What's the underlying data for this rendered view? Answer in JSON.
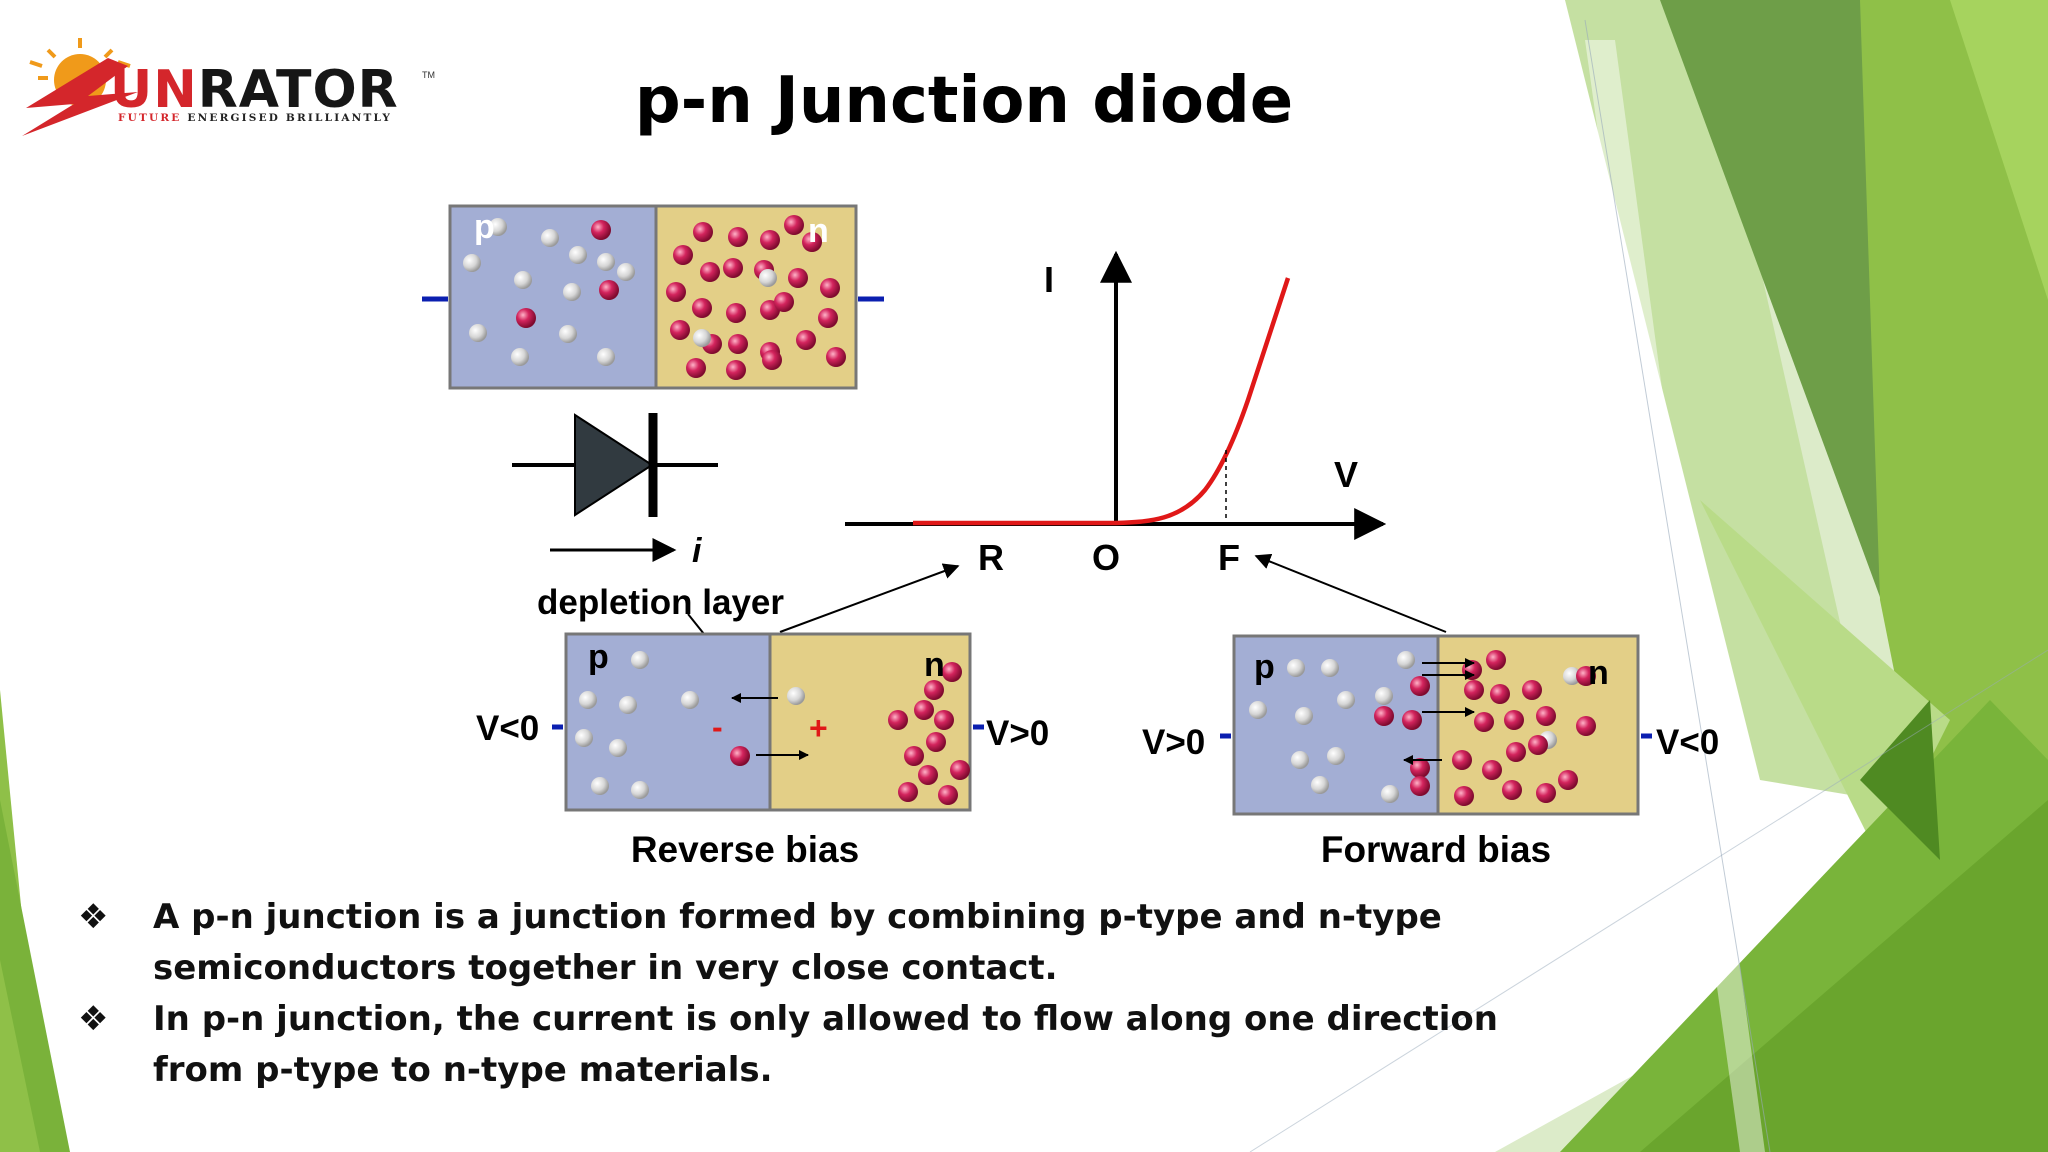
{
  "logo": {
    "word_s": "S",
    "word_un": "UN",
    "word_rest": "RATOR",
    "tm": "TM",
    "tagline_red": "FUTURE",
    "tagline": "ENERGISED BRILLIANTLY"
  },
  "title": "p-n Junction diode",
  "diagram": {
    "p_label": "p",
    "n_label": "n",
    "minus": "-",
    "plus": "+",
    "current_label": "i",
    "axis_i": "I",
    "axis_v": "V",
    "tick_r": "R",
    "tick_o": "O",
    "tick_f": "F",
    "depletion_label": "depletion layer",
    "reverse": {
      "left_voltage": "V<0",
      "right_voltage": "V>0",
      "caption": "Reverse bias"
    },
    "forward": {
      "left_voltage": "V>0",
      "right_voltage": "V<0",
      "caption": "Forward bias"
    }
  },
  "colors": {
    "p_region": "#a3aed4",
    "n_region": "#e3cf87",
    "electron": "#c8174f",
    "hole": "#d8d8d8",
    "curve": "#e01818",
    "terminal": "#0b1fb0",
    "green_dark": "#5f9e2e",
    "green_light": "#9ccc5a"
  },
  "bullets": [
    {
      "icon": "diamond-bullet-icon",
      "text": "A p-n junction is a junction formed by combining p-type and n-type semiconductors together in very close contact."
    },
    {
      "icon": "diamond-bullet-icon",
      "text": "In p-n junction, the current is only allowed to flow along one direction from p-type to n-type materials."
    }
  ]
}
